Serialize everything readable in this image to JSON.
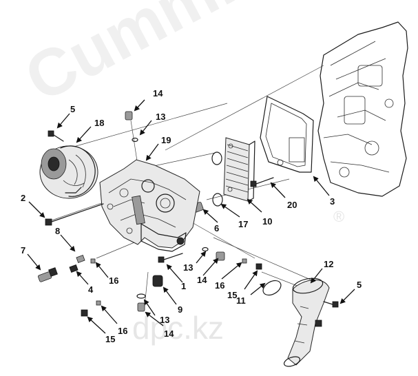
{
  "watermark": {
    "brand": "Cummins",
    "registered": "®",
    "site": "dpc.kz"
  },
  "callouts": [
    "1",
    "2",
    "3",
    "4",
    "5",
    "5",
    "6",
    "7",
    "8",
    "9",
    "10",
    "11",
    "12",
    "13",
    "13",
    "13",
    "14",
    "14",
    "14",
    "15",
    "15",
    "16",
    "16",
    "16",
    "17",
    "18",
    "19",
    "20"
  ]
}
